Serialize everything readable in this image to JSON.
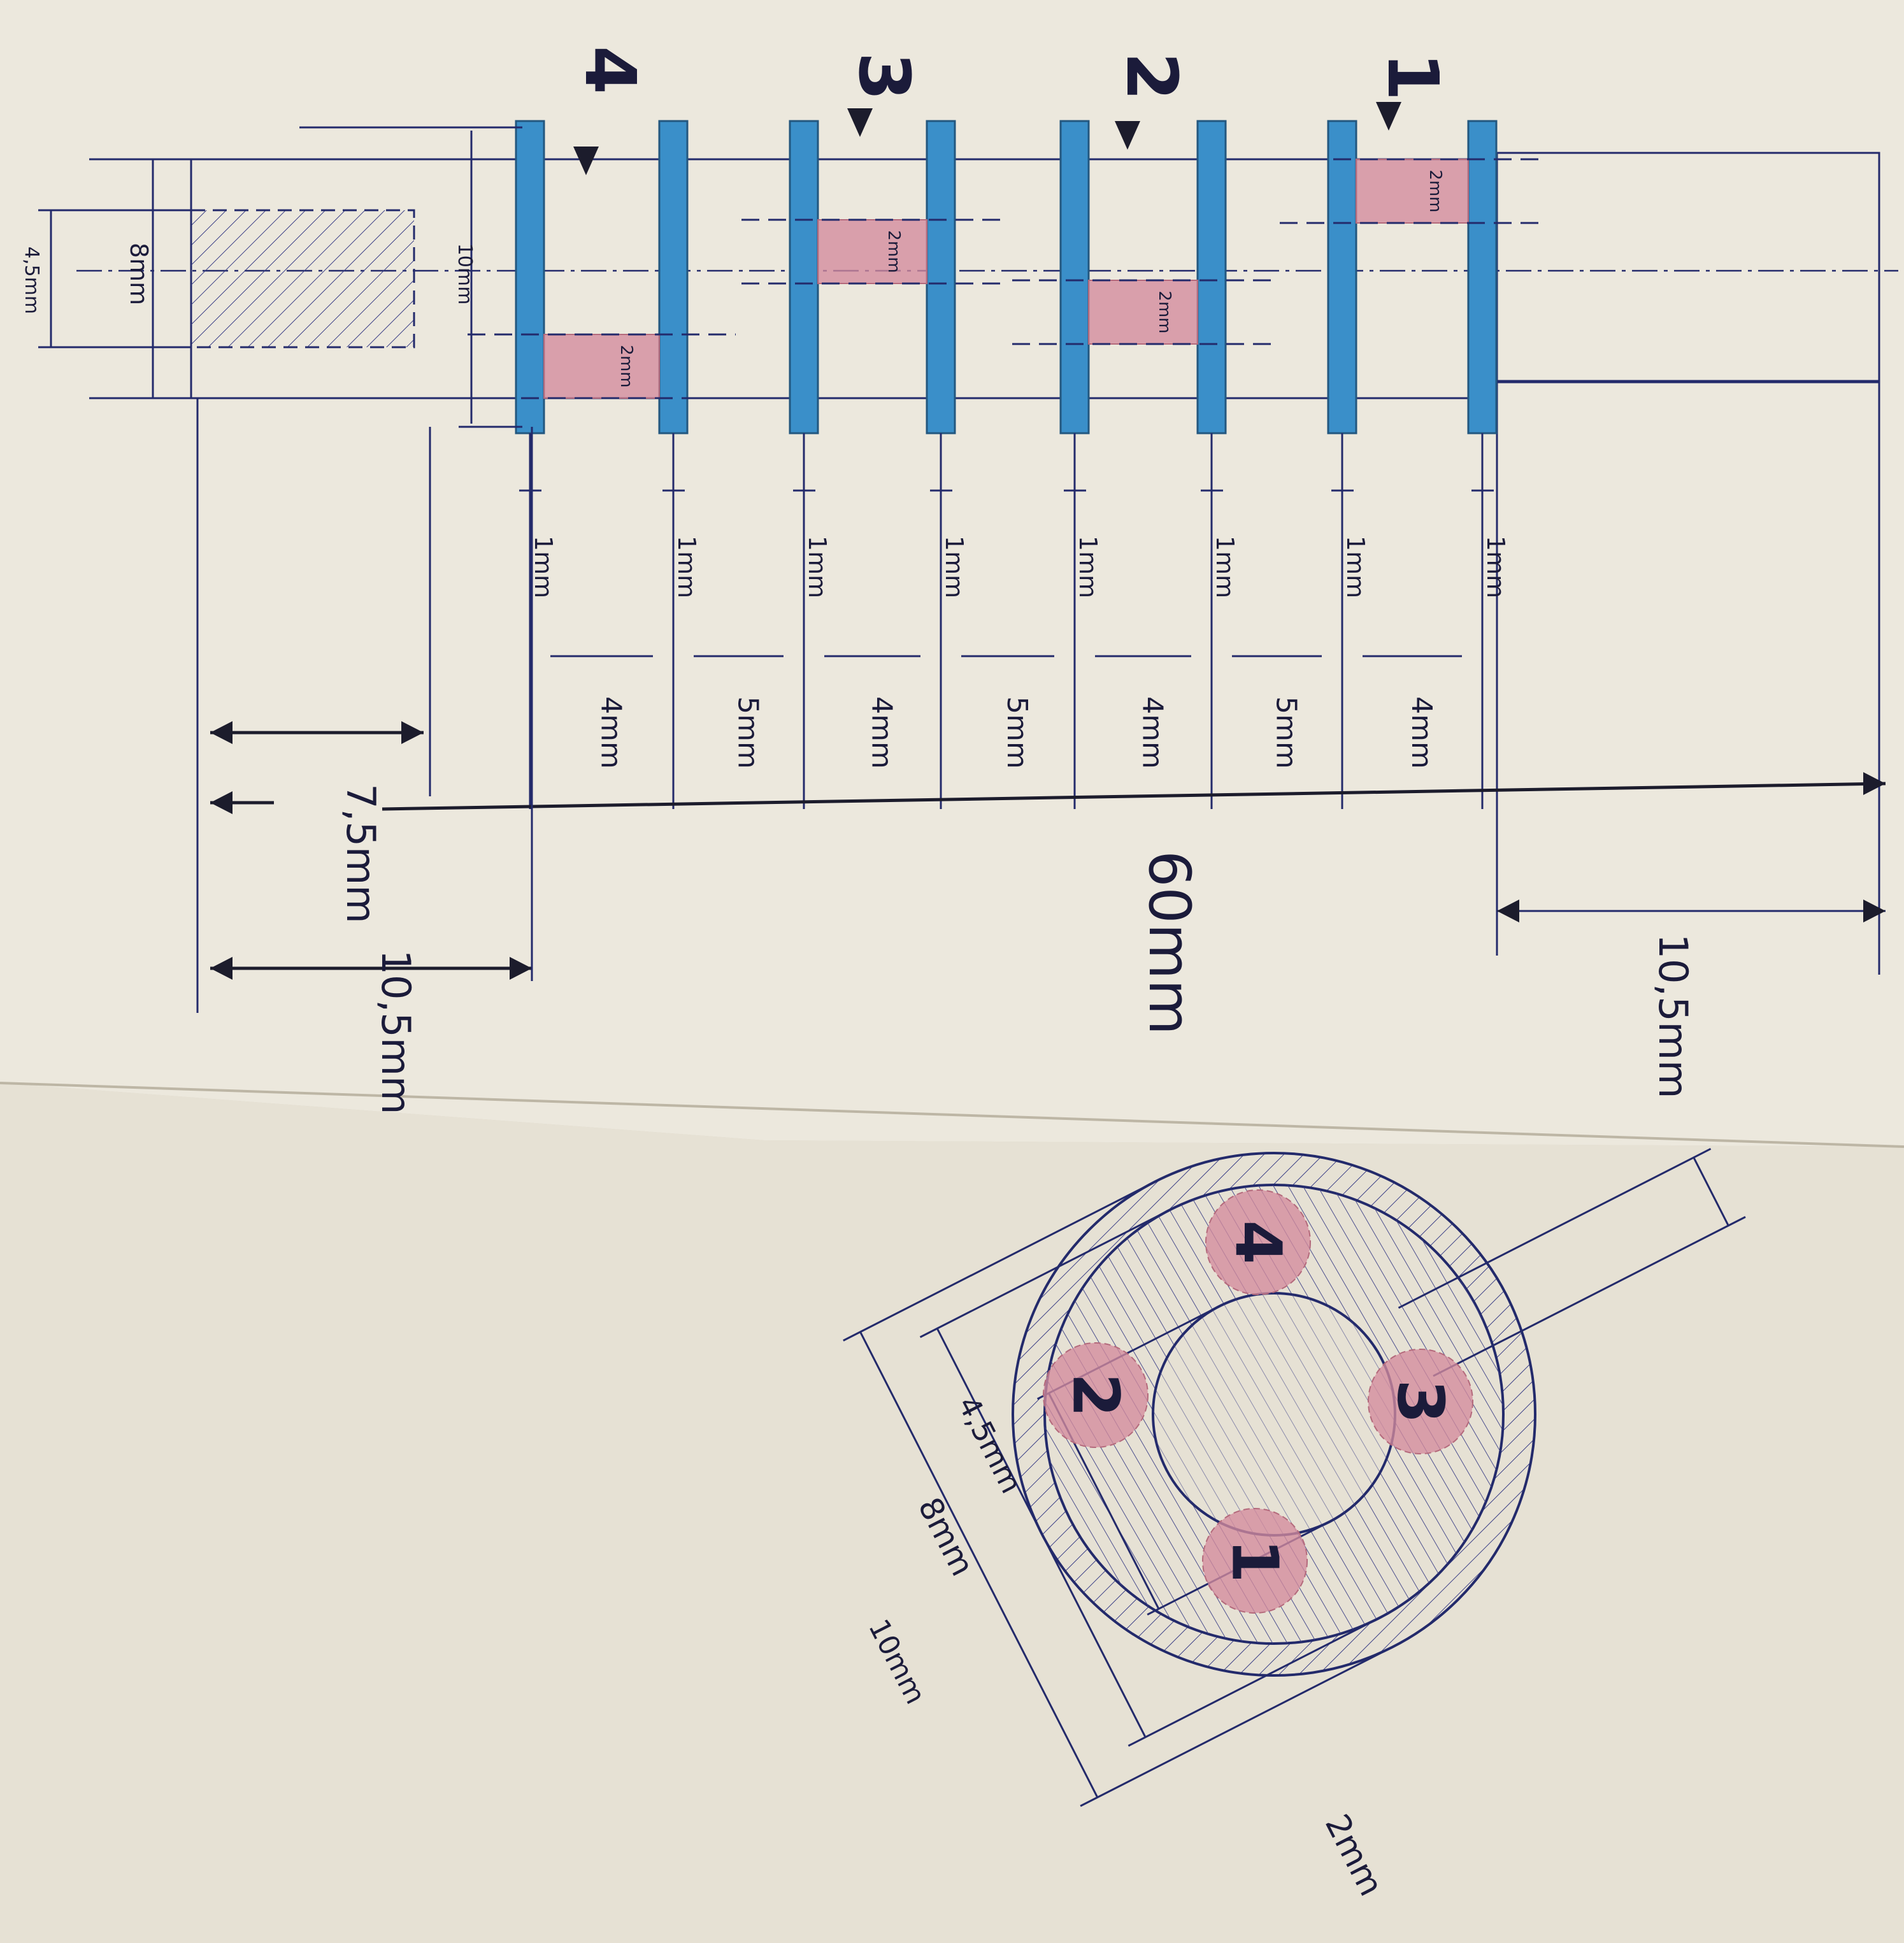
{
  "side_view": {
    "plate_labels": [
      "1",
      "2",
      "3",
      "4"
    ],
    "plate_thickness": "1mm",
    "gap_labels": [
      "4mm",
      "5mm",
      "4mm",
      "5mm",
      "4mm",
      "5mm",
      "4mm"
    ],
    "pin_label": "2mm",
    "total_length": "60mm",
    "shaft_length": "10,5mm",
    "plate_diameter": "10mm",
    "bottom_diameter": "8mm",
    "bottom_hole": "4,5mm",
    "bottom_offset": "7,5mm",
    "bottom_length": "10,5mm"
  },
  "section_view": {
    "pin_numbers": [
      "1",
      "2",
      "3",
      "4"
    ],
    "outer_diameter": "10mm",
    "middle_diameter": "8mm",
    "inner_diameter": "4,5mm",
    "pin_diameter": "2mm"
  },
  "colors": {
    "paper_top": "#ece8dd",
    "paper_bottom": "#e5e0d3",
    "ink": "#232a6b",
    "plate_blue": "#3a8fc9",
    "pin_pink": "#d48a9c"
  }
}
